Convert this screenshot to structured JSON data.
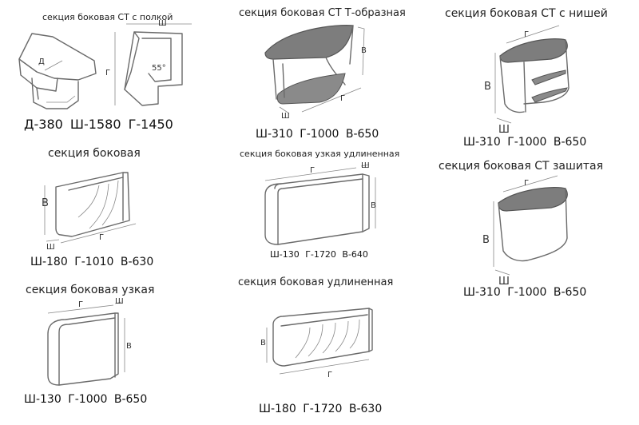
{
  "items": [
    {
      "title": "секция боковая СТ с полкой",
      "dims": "Д-380   Ш-1580   Г-1450",
      "labels": {
        "d": "Д",
        "sh": "Ш",
        "g": "Г",
        "angle": "55°"
      }
    },
    {
      "title": "секция боковая СТ Т-образная",
      "dims": "Ш-310   Г-1000   В-650",
      "labels": {
        "v": "В",
        "sh": "Ш",
        "g": "Г"
      }
    },
    {
      "title": "секция боковая СТ с нишей",
      "dims": "Ш-310   Г-1000   В-650",
      "labels": {
        "g": "Г",
        "v": "В",
        "sh": "Ш"
      }
    },
    {
      "title": "секция боковая",
      "dims": "Ш-180   Г-1010   В-630",
      "labels": {
        "v": "В",
        "sh": "Ш",
        "g": "Г"
      }
    },
    {
      "title": "секция боковая узкая удлиненная",
      "dims": "Ш-130   Г-1720   В-640",
      "labels": {
        "g": "Г",
        "sh": "Ш",
        "v": "В"
      }
    },
    {
      "title": "секция боковая СТ зашитая",
      "dims": "Ш-310   Г-1000   В-650",
      "labels": {
        "g": "Г",
        "v": "В",
        "sh": "Ш"
      }
    },
    {
      "title": "секция боковая узкая",
      "dims": "Ш-130   Г-1000   В-650",
      "labels": {
        "g": "Г",
        "sh": "Ш",
        "v": "В"
      }
    },
    {
      "title": "секция боковая удлиненная",
      "dims": "Ш-180   Г-1720   В-630",
      "labels": {
        "v": "В",
        "g": "Г"
      }
    }
  ]
}
